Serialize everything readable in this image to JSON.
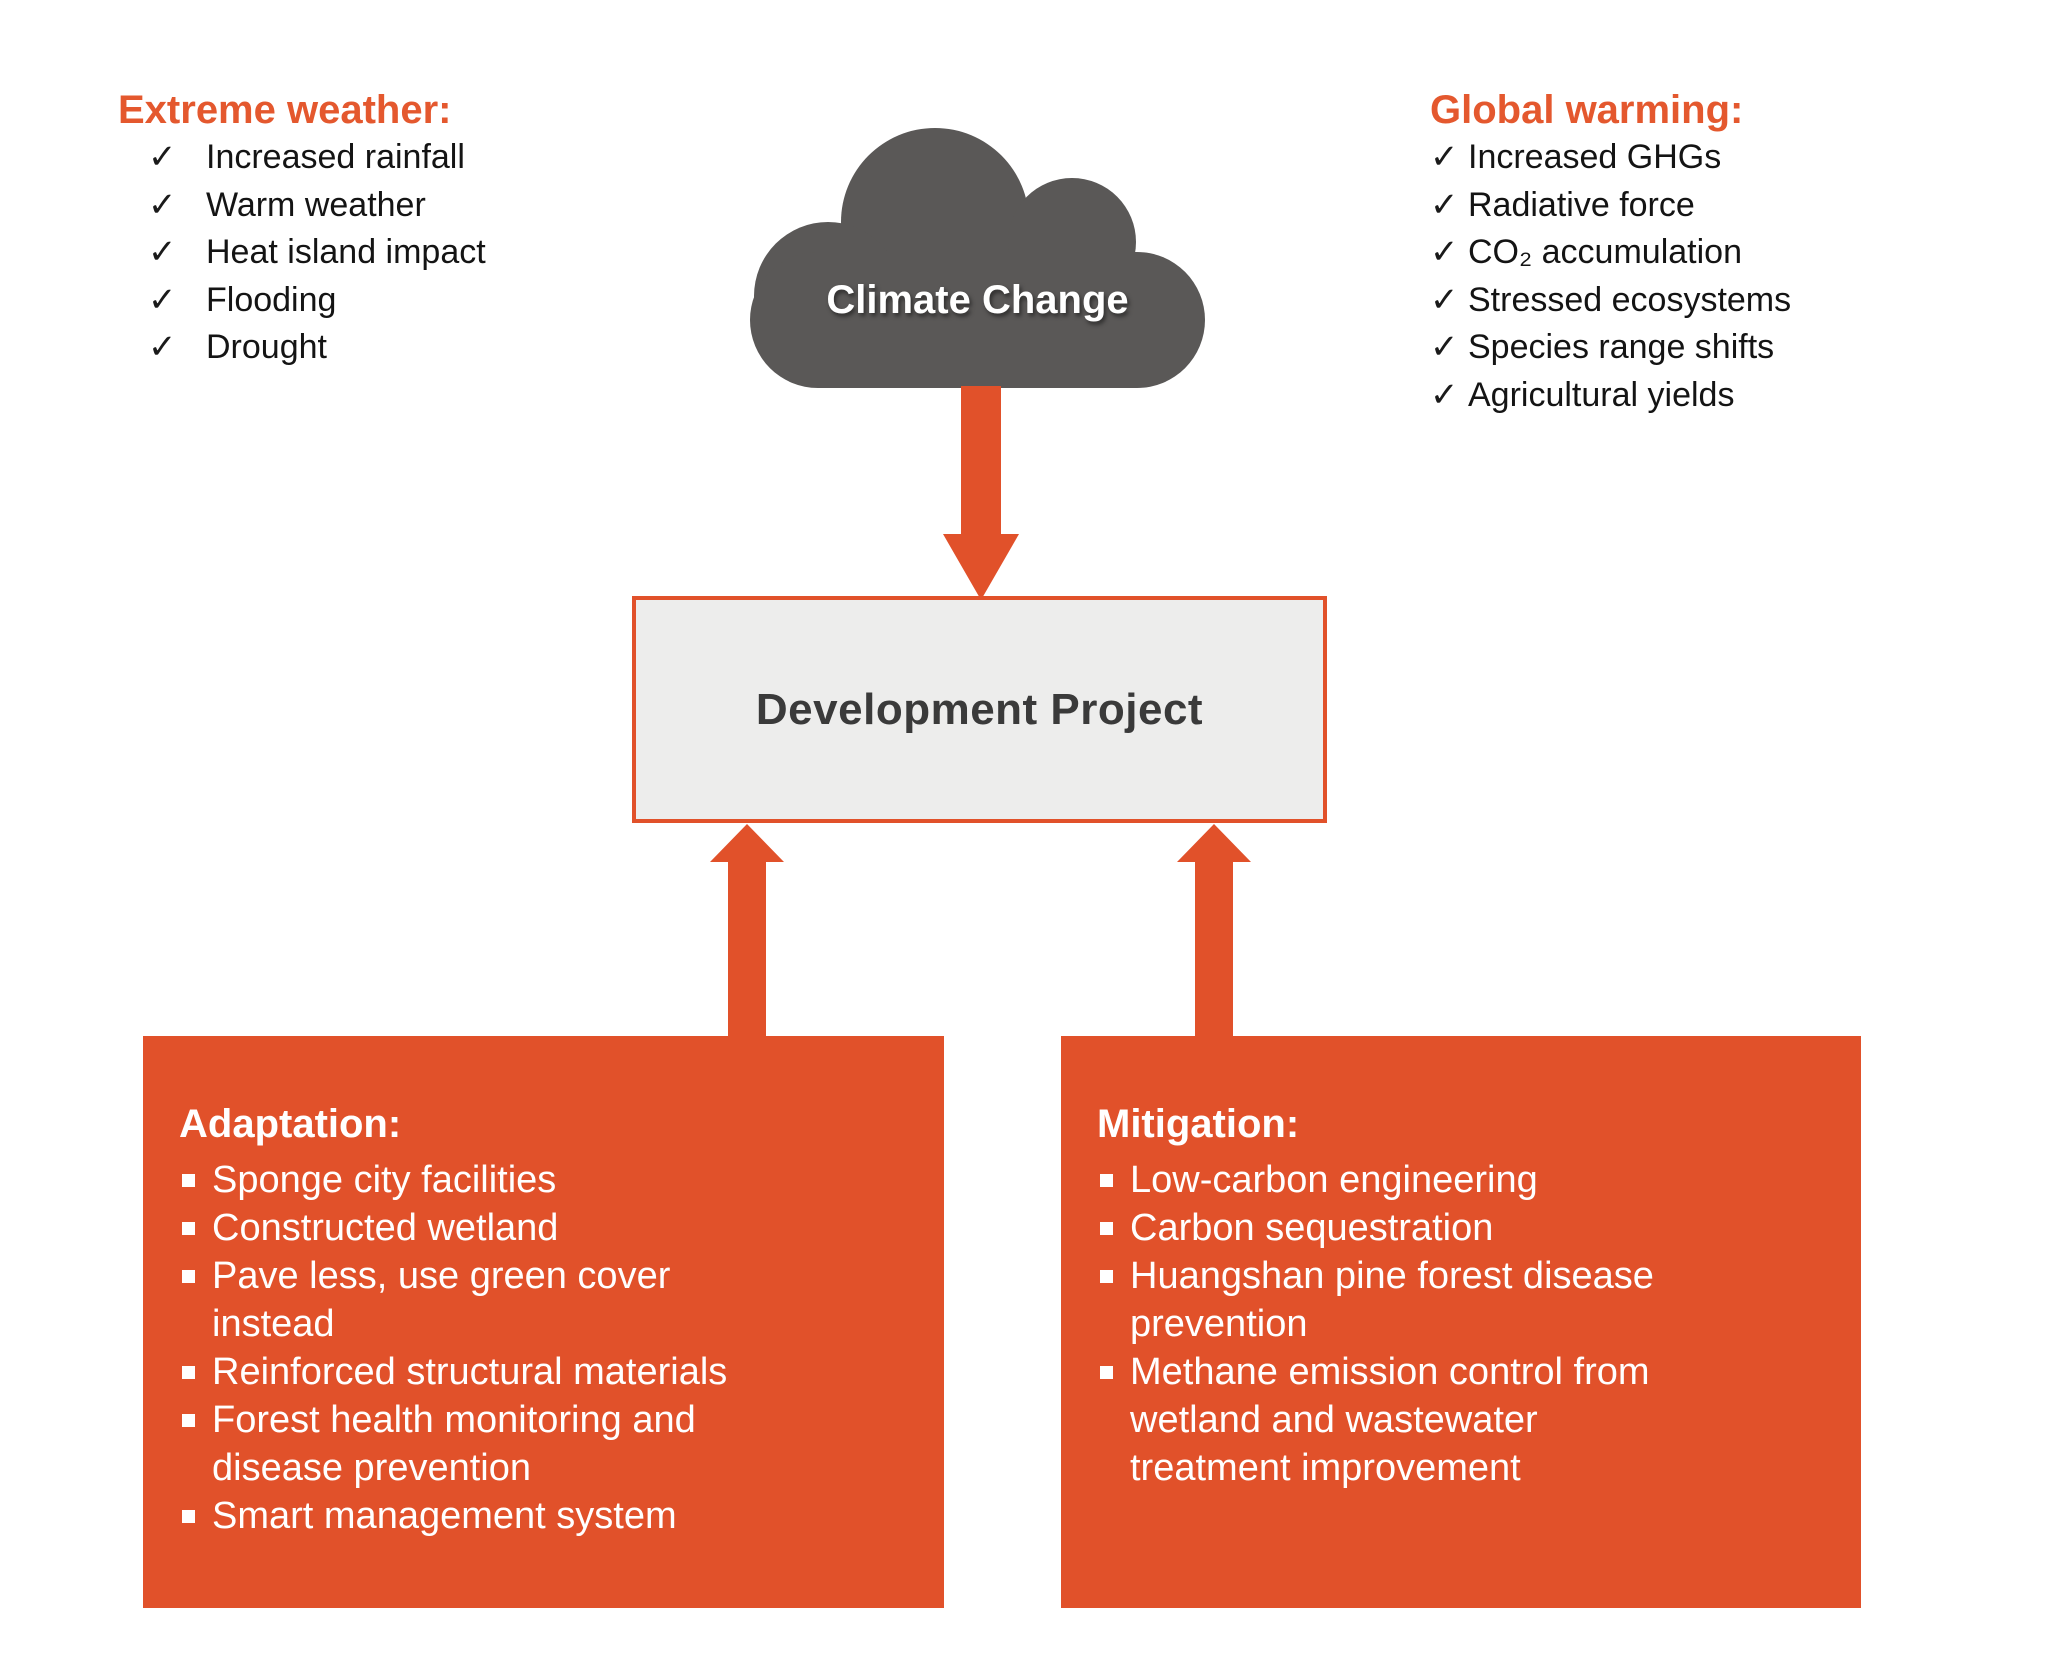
{
  "colors": {
    "accent": "#E1512A",
    "heading_orange": "#E4582E",
    "cloud_gray": "#5A5857",
    "project_box_fill": "#EDEDEC",
    "text_dark": "#141414"
  },
  "glyphs": {
    "check": "✓"
  },
  "extreme_weather": {
    "title": "Extreme weather:",
    "items": [
      "Increased rainfall",
      "Warm weather",
      "Heat island impact",
      "Flooding",
      "Drought"
    ]
  },
  "global_warming": {
    "title": "Global warming:",
    "items": [
      "Increased GHGs",
      "Radiative force",
      "CO₂ accumulation",
      "Stressed ecosystems",
      "Species range shifts",
      "Agricultural yields"
    ]
  },
  "cloud": {
    "label": "Climate Change"
  },
  "project_box": {
    "label": "Development Project"
  },
  "adaptation": {
    "title": "Adaptation:",
    "items": [
      "Sponge city facilities",
      "Constructed wetland",
      "Pave less, use green cover instead",
      "Reinforced structural materials",
      "Forest health monitoring and disease prevention",
      "Smart management system"
    ]
  },
  "mitigation": {
    "title": "Mitigation:",
    "items": [
      "Low-carbon engineering",
      "Carbon sequestration",
      "Huangshan pine forest disease prevention",
      "Methane emission control from wetland and wastewater treatment improvement"
    ]
  }
}
